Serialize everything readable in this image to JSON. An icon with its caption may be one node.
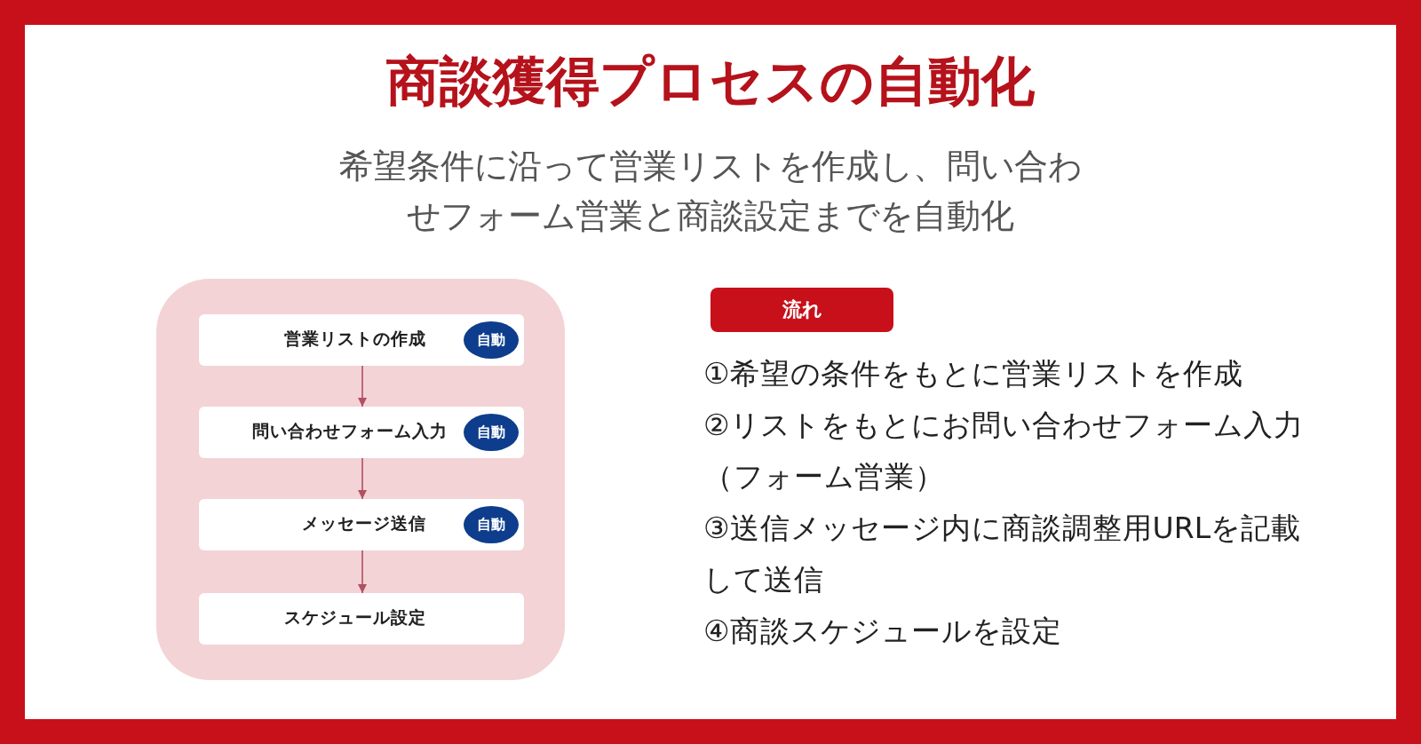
{
  "diagram": {
    "title": "商談獲得プロセスの自動化",
    "nodes": [
      {
        "text": [],
        "shape": "box"
      },
      {
        "text": [
          "営業リストの作成"
        ],
        "in": 0
      },
      {
        "text": [
          "自動"
        ],
        "in": 1
      },
      {
        "text": [
          "問い合わせフォーム入力"
        ],
        "in": 0
      },
      {
        "text": [
          "自動"
        ],
        "in": 3
      },
      {
        "text": [
          "メッセージ送信"
        ],
        "in": 0
      },
      {
        "text": [
          "自動"
        ],
        "in": 5
      },
      {
        "text": [
          "スケジュール設定"
        ],
        "in": 0
      },
      {
        "text": [
          "流れ"
        ]
      }
    ],
    "edges": [
      {
        "from": 1,
        "to": 3,
        "arrow": "to"
      },
      {
        "from": 3,
        "to": 5,
        "arrow": "to"
      },
      {
        "from": 5,
        "to": 7,
        "arrow": "to"
      }
    ],
    "labels": [
      "希望条件に沿って営業リストを作成し、問い合わせフォーム営業と商談設定までを自動化",
      "①希望の条件をもとに営業リストを作成",
      "②リストをもとにお問い合わせフォーム入力（フォーム営業）",
      "③送信メッセージ内に商談調整用URLを記載して送信",
      "④商談スケジュールを設定"
    ]
  }
}
